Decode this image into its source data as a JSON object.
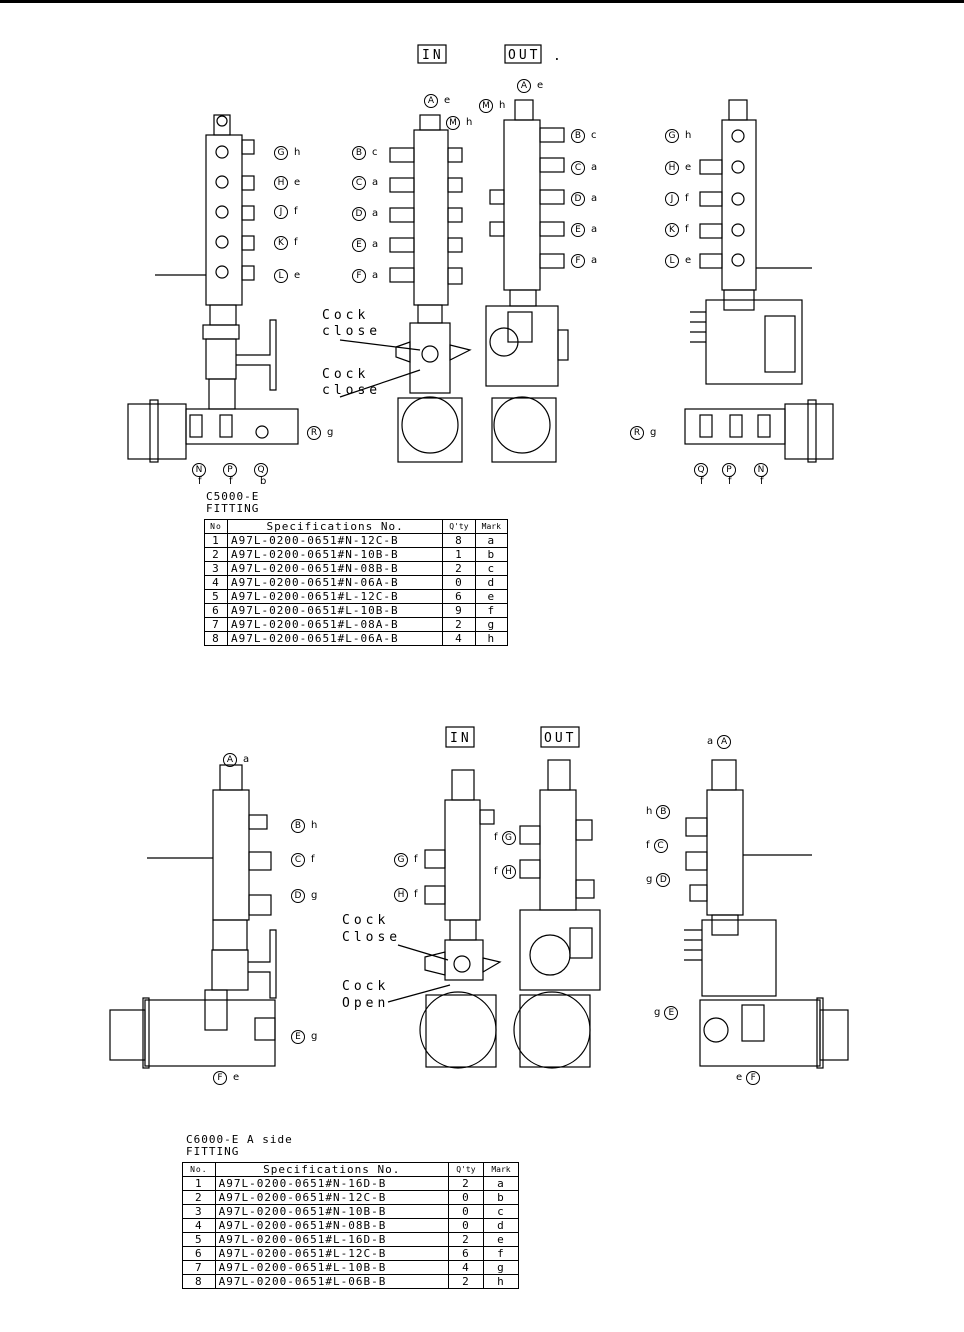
{
  "top": {
    "in_label": "IN",
    "out_label": "OUT",
    "period": ".",
    "cock_close_1": [
      "Cock",
      "close"
    ],
    "cock_close_2": [
      "Cock",
      "close"
    ],
    "callouts": {
      "left_view": [
        [
          "G",
          "h"
        ],
        [
          "H",
          "e"
        ],
        [
          "J",
          "f"
        ],
        [
          "K",
          "f"
        ],
        [
          "L",
          "e"
        ]
      ],
      "in_view": [
        [
          "A",
          "e"
        ],
        [
          "M",
          "h"
        ],
        [
          "B",
          "c"
        ],
        [
          "C",
          "a"
        ],
        [
          "D",
          "a"
        ],
        [
          "E",
          "a"
        ],
        [
          "F",
          "a"
        ]
      ],
      "out_view": [
        [
          "A",
          "e"
        ],
        [
          "M",
          "h"
        ],
        [
          "B",
          "c"
        ],
        [
          "C",
          "a"
        ],
        [
          "D",
          "a"
        ],
        [
          "E",
          "a"
        ],
        [
          "F",
          "a"
        ]
      ],
      "right_view": [
        [
          "G",
          "h"
        ],
        [
          "H",
          "e"
        ],
        [
          "J",
          "f"
        ],
        [
          "K",
          "f"
        ],
        [
          "L",
          "e"
        ]
      ],
      "bottom_left": [
        [
          "N",
          "f"
        ],
        [
          "P",
          "f"
        ],
        [
          "Q",
          "b"
        ]
      ],
      "bottom_right": [
        [
          "Q",
          "f"
        ],
        [
          "P",
          "f"
        ],
        [
          "N",
          "f"
        ]
      ],
      "r_left": [
        "R",
        "g"
      ],
      "r_right": [
        "R",
        "g"
      ]
    },
    "caption_line1": "C5000-E",
    "caption_line2": "FITTING",
    "table": {
      "headers": [
        "No",
        "Specifications No.",
        "Q'ty",
        "Mark"
      ],
      "rows": [
        [
          "1",
          "A97L-0200-0651#N-12C-B",
          "8",
          "a"
        ],
        [
          "2",
          "A97L-0200-0651#N-10B-B",
          "1",
          "b"
        ],
        [
          "3",
          "A97L-0200-0651#N-08B-B",
          "2",
          "c"
        ],
        [
          "4",
          "A97L-0200-0651#N-06A-B",
          "0",
          "d"
        ],
        [
          "5",
          "A97L-0200-0651#L-12C-B",
          "6",
          "e"
        ],
        [
          "6",
          "A97L-0200-0651#L-10B-B",
          "9",
          "f"
        ],
        [
          "7",
          "A97L-0200-0651#L-08A-B",
          "2",
          "g"
        ],
        [
          "8",
          "A97L-0200-0651#L-06A-B",
          "4",
          "h"
        ]
      ]
    }
  },
  "bottom": {
    "in_label": "IN",
    "out_label": "OUT",
    "cock_close": [
      "Cock",
      "Close"
    ],
    "cock_open": [
      "Cock",
      "Open"
    ],
    "callouts": {
      "left_view": [
        [
          "A",
          "a"
        ],
        [
          "B",
          "h"
        ],
        [
          "C",
          "f"
        ],
        [
          "D",
          "g"
        ],
        [
          "E",
          "g"
        ],
        [
          "F",
          "e"
        ]
      ],
      "in_view": [
        [
          "G",
          "f"
        ],
        [
          "H",
          "f"
        ]
      ],
      "out_view": [
        [
          "G",
          "f"
        ],
        [
          "H",
          "f"
        ]
      ],
      "right_view": [
        [
          "A",
          "a"
        ],
        [
          "B",
          "h"
        ],
        [
          "C",
          "f"
        ],
        [
          "D",
          "g"
        ],
        [
          "E",
          "g"
        ],
        [
          "F",
          "e"
        ]
      ]
    },
    "caption_line1": "C6000-E A side",
    "caption_line2": "FITTING",
    "table": {
      "headers": [
        "No.",
        "Specifications No.",
        "Q'ty",
        "Mark"
      ],
      "rows": [
        [
          "1",
          "A97L-0200-0651#N-16D-B",
          "2",
          "a"
        ],
        [
          "2",
          "A97L-0200-0651#N-12C-B",
          "0",
          "b"
        ],
        [
          "3",
          "A97L-0200-0651#N-10B-B",
          "0",
          "c"
        ],
        [
          "4",
          "A97L-0200-0651#N-08B-B",
          "0",
          "d"
        ],
        [
          "5",
          "A97L-0200-0651#L-16D-B",
          "2",
          "e"
        ],
        [
          "6",
          "A97L-0200-0651#L-12C-B",
          "6",
          "f"
        ],
        [
          "7",
          "A97L-0200-0651#L-10B-B",
          "4",
          "g"
        ],
        [
          "8",
          "A97L-0200-0651#L-06B-B",
          "2",
          "h"
        ]
      ]
    }
  }
}
